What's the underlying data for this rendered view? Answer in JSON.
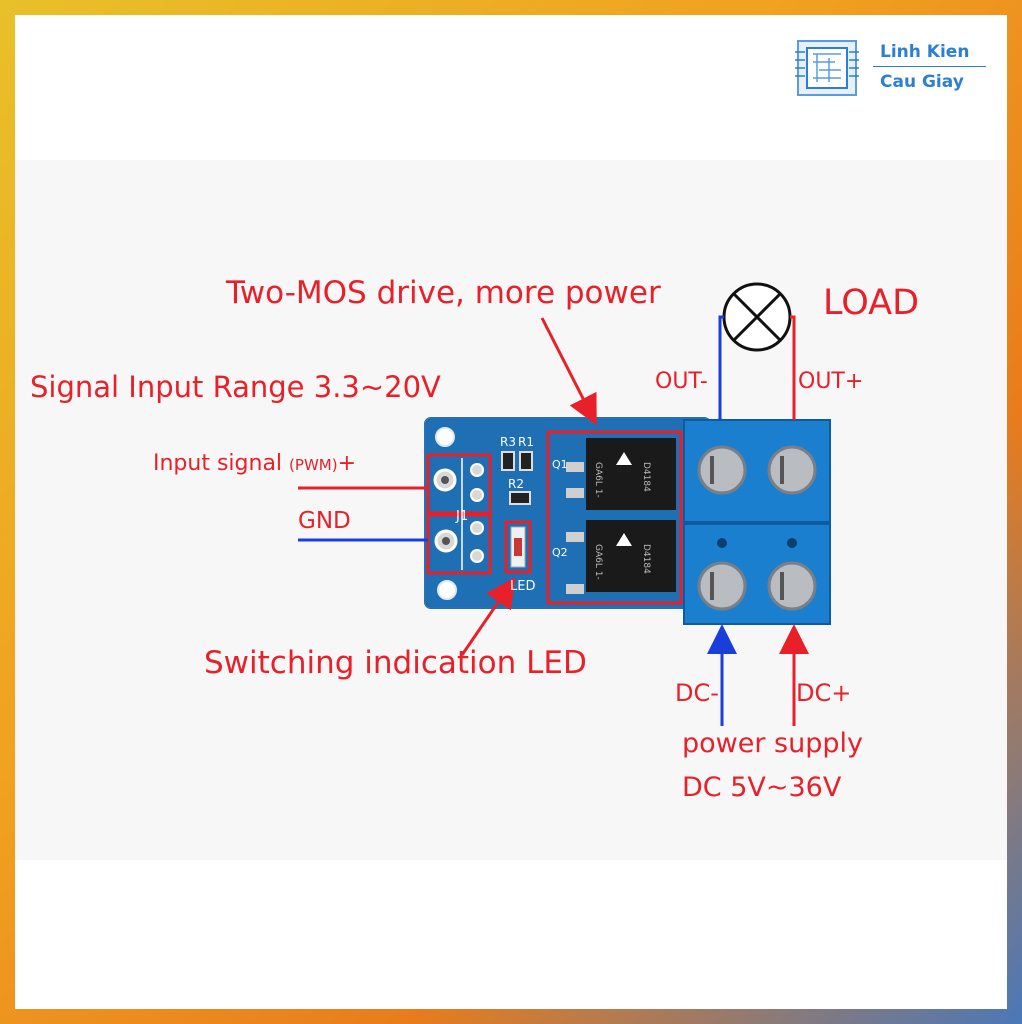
{
  "brand": {
    "line1": "Linh Kien",
    "line2": "Cau Giay",
    "color": "#2c7fd1"
  },
  "labels": {
    "mos": "Two-MOS drive, more power",
    "load": "LOAD",
    "signal_range": "Signal Input Range  3.3~20V",
    "input_signal": "Input signal",
    "pwm": "(PWM)",
    "plus": "+",
    "gnd": "GND",
    "out_minus": "OUT-",
    "out_plus": "OUT+",
    "led": "Switching indication LED",
    "dc_minus": "DC-",
    "dc_plus": "DC+",
    "power_supply": "power supply",
    "dc_range": "DC 5V~36V"
  },
  "board_silkscreen": {
    "r3": "R3",
    "r1": "R1",
    "r2": "R2",
    "q1": "Q1",
    "q2": "Q2",
    "j1": "J1",
    "led": "LED",
    "mosfet_code_top": "D4184",
    "mosfet_code_bottom": "D4184",
    "mosfet_batch_top": "GA6L 1-",
    "mosfet_batch_bottom": "GA6L 1-"
  },
  "colors": {
    "label_red": "#e8202a",
    "wire_blue": "#1a3fd8",
    "pcb_blue": "#1f6fb4",
    "terminal_blue": "#1b7fd0"
  }
}
